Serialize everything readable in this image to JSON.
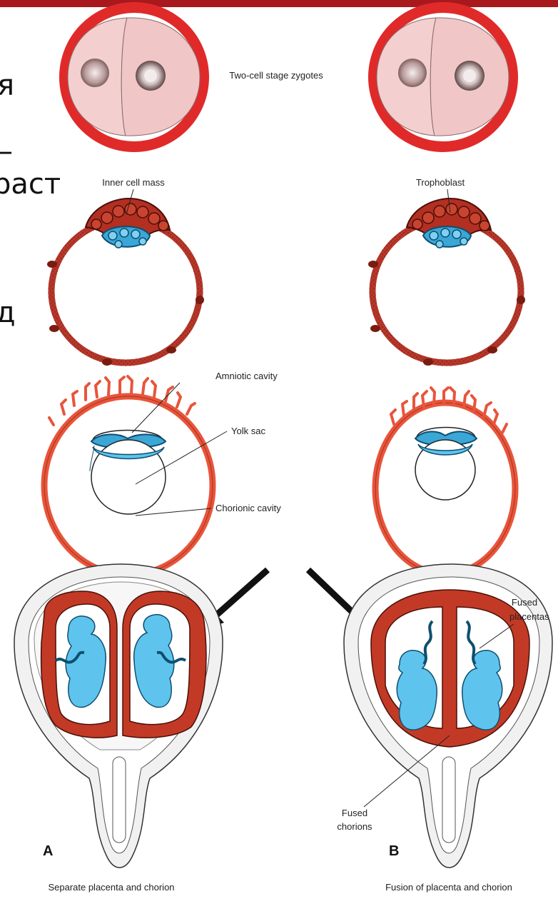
{
  "fragments": [
    "я",
    "–",
    "раст",
    "д"
  ],
  "labels": {
    "two_cell": "Two-cell stage zygotes",
    "inner_cell_mass": "Inner cell mass",
    "trophoblast": "Trophoblast",
    "amniotic_cavity": "Amniotic cavity",
    "yolk_sac": "Yolk sac",
    "chorionic_cavity": "Chorionic cavity",
    "fused_placentas_1": "Fused",
    "fused_placentas_2": "placentas",
    "fused_chorions_1": "Fused",
    "fused_chorions_2": "chorions",
    "panel_a": "A",
    "panel_b": "B",
    "caption_a": "Separate placenta and chorion",
    "caption_b": "Fusion of placenta and chorion"
  },
  "colors": {
    "zona": "#e02a2a",
    "cell": "#f3cfcf",
    "trophoblast": "#c23a26",
    "chorion": "#e8553b",
    "inner_mass": "#3aa7d6",
    "fetus": "#5ec4ee",
    "uterus": "#f1f1f1",
    "top_bar": "#a8191d"
  }
}
